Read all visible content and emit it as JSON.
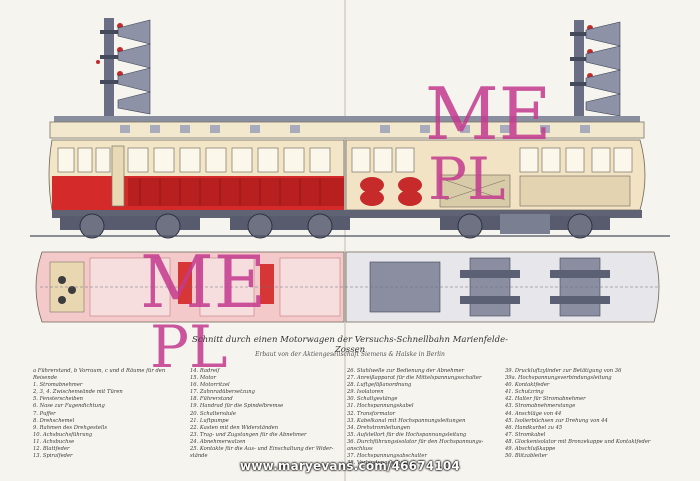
{
  "caption": {
    "title": "Schnitt durch einen Motorwagen der Versuchs-Schnellbahn Marienfelde-Zossen",
    "subtitle": "Erbaut von der Aktiengesellschaft Siemens & Halske in Berlin"
  },
  "watermark": {
    "text1": "ME",
    "text2": "PL"
  },
  "credit": "www.maryevans.com/46674104",
  "legend": {
    "col1": [
      "a Führerstand, b Vorraum, c und d Räume für den",
      "   Reisende",
      "1. Stromabnehmer",
      "2, 3, 4. Zwischenwände mit Türen",
      "5. Fensterscheiben",
      "6. Nase zur Fugendichtung",
      "7. Puffer",
      "8. Drehschemel",
      "9. Rahmen des Drehgestells",
      "10. Achsbuchsführung",
      "11. Achsbuchse",
      "12. Blattfeder",
      "13. Spiralfeder"
    ],
    "col2": [
      "14. Radreif",
      "15. Motor",
      "16. Motorritzel",
      "17. Zahnradübersetzung",
      "18. Führerstand",
      "19. Handrad für die Spindelbremse",
      "20. Schaltersäule",
      "21. Luftpumpe",
      "22. Kasten mit den Widerständen",
      "23. Trag- und Zugstangen für die Abnehmer",
      "24. Abnehmerwalzen",
      "25. Kontakte für die Aus- und Einschaltung der Wider-",
      "    stände"
    ],
    "col3": [
      "26. Stahlwelle zur Bedienung der Abnehmer",
      "27. Anreißapparat für die Mittelspannungsschalter",
      "28. Luftgefäßanordnung",
      "29. Isolatoren",
      "30. Schaltgestänge",
      "31. Hochspannungskabel",
      "32. Transformator",
      "33. Kabelkanal mit Hochspannungsleitungen",
      "34. Drehstromleitungen",
      "35. Aufstellort für die Hochspannungsleitung",
      "36. Durchführungsisolator für den Hochspannungs-",
      "    anschluss",
      "37. Hochspannungsabschalter",
      "38. Verbindungsleitung"
    ],
    "col4": [
      "39. Druckluftzylinder zur Betätigung von 36",
      "39a. Hochspannungsverbindungsleitung",
      "40. Kontaktfeder",
      "41. Schutzring",
      "42. Halter für Stromabnehmer",
      "43. Stromabnehmerstange",
      "44. Anschläge von 44",
      "45. Isolierbüchsen zur Drehung von 44",
      "46. Handkurbel zu 45",
      "47. Stromkabel",
      "48. Glockenisolator mit Bronzekappe und Kontaktfeder",
      "49. Abschlußkappe",
      "50. Blitzableiter"
    ]
  }
}
